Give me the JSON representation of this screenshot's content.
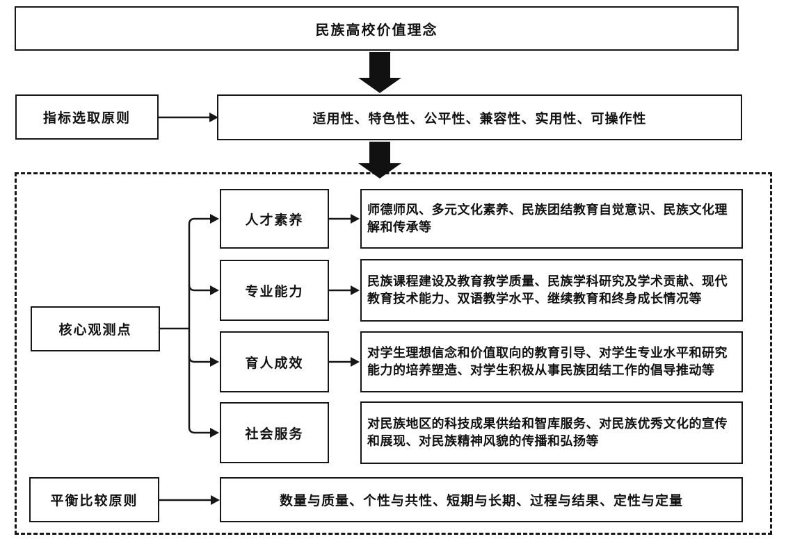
{
  "title": "民族高校价值理念",
  "selection_principle": {
    "label": "指标选取原则",
    "criteria": "适用性、特色性、公平性、兼容性、实用性、可操作性"
  },
  "core_points": {
    "label": "核心观测点",
    "items": [
      {
        "category": "人才素养",
        "description": "师德师风、多元文化素养、民族团结教育自觉意识、民族文化理解和传承等"
      },
      {
        "category": "专业能力",
        "description": "民族课程建设及教育教学质量、民族学科研究及学术贡献、现代教育技术能力、双语教学水平、继续教育和终身成长情况等"
      },
      {
        "category": "育人成效",
        "description": "对学生理想信念和价值取向的教育引导、对学生专业水平和研究能力的培养塑造、对学生积极从事民族团结工作的倡导推动等"
      },
      {
        "category": "社会服务",
        "description": "对民族地区的科技成果供给和智库服务、对民族优秀文化的宣传和展现、对民族精神风貌的传播和弘扬等"
      }
    ]
  },
  "balance_principle": {
    "label": "平衡比较原则",
    "criteria": "数量与质量、个性与共性、短期与长期、过程与结果、定性与定量"
  },
  "colors": {
    "line": "#161616",
    "background": "#ffffff"
  }
}
